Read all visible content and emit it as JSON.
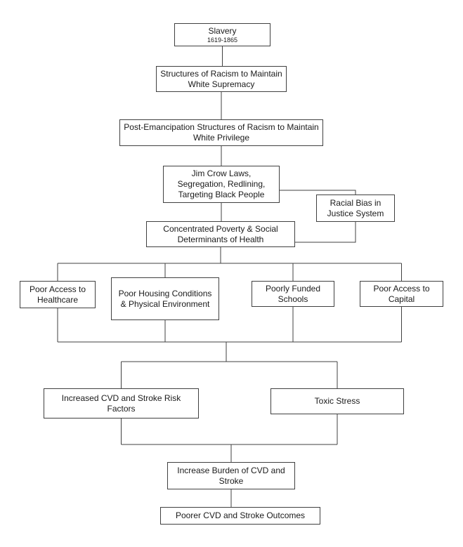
{
  "diagram": {
    "nodes": {
      "slavery": {
        "title": "Slavery",
        "subtitle": "1619-1865"
      },
      "structures_racism": {
        "label": "Structures of Racism to Maintain White Supremacy"
      },
      "post_emancipation": {
        "label": "Post-Emancipation Structures of Racism to Maintain White Privilege"
      },
      "jim_crow": {
        "label": "Jim Crow Laws, Segregation, Redlining, Targeting Black People"
      },
      "racial_bias": {
        "label": "Racial Bias in Justice System"
      },
      "concentrated_poverty": {
        "label": "Concentrated Poverty & Social Determinants of Health"
      },
      "poor_healthcare": {
        "label": "Poor Access to Healthcare"
      },
      "poor_housing": {
        "label": "Poor Housing Conditions & Physical Environment"
      },
      "poor_schools": {
        "label": "Poorly Funded Schools"
      },
      "poor_capital": {
        "label": "Poor Access to Capital"
      },
      "cvd_risk": {
        "label": "Increased CVD and Stroke Risk Factors"
      },
      "toxic_stress": {
        "label": "Toxic Stress"
      },
      "cvd_burden": {
        "label": "Increase Burden of CVD and Stroke"
      },
      "outcomes": {
        "label": "Poorer CVD and Stroke Outcomes"
      }
    },
    "edges": [
      {
        "from": "slavery",
        "to": "structures_racism"
      },
      {
        "from": "structures_racism",
        "to": "post_emancipation"
      },
      {
        "from": "post_emancipation",
        "to": "jim_crow"
      },
      {
        "from": "jim_crow",
        "to": "racial_bias"
      },
      {
        "from": "jim_crow",
        "to": "concentrated_poverty"
      },
      {
        "from": "racial_bias",
        "to": "concentrated_poverty"
      },
      {
        "from": "concentrated_poverty",
        "to": "poor_healthcare"
      },
      {
        "from": "concentrated_poverty",
        "to": "poor_housing"
      },
      {
        "from": "concentrated_poverty",
        "to": "poor_schools"
      },
      {
        "from": "concentrated_poverty",
        "to": "poor_capital"
      },
      {
        "from": "poor_healthcare",
        "to": "cvd_risk"
      },
      {
        "from": "poor_housing",
        "to": "cvd_risk"
      },
      {
        "from": "poor_schools",
        "to": "cvd_risk"
      },
      {
        "from": "poor_capital",
        "to": "cvd_risk"
      },
      {
        "from": "poor_healthcare",
        "to": "toxic_stress"
      },
      {
        "from": "poor_housing",
        "to": "toxic_stress"
      },
      {
        "from": "poor_schools",
        "to": "toxic_stress"
      },
      {
        "from": "poor_capital",
        "to": "toxic_stress"
      },
      {
        "from": "cvd_risk",
        "to": "cvd_burden"
      },
      {
        "from": "toxic_stress",
        "to": "cvd_burden"
      },
      {
        "from": "cvd_burden",
        "to": "outcomes"
      }
    ],
    "colors": {
      "box_border": "#404040",
      "box_fill": "#ffffff",
      "text": "#1a1a1a",
      "connector": "#404040",
      "background": "#ffffff"
    }
  }
}
